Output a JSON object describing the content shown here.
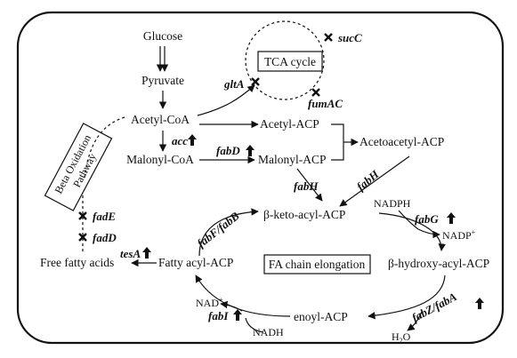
{
  "nodes": {
    "glucose": "Glucose",
    "pyruvate": "Pyruvate",
    "acetyl_coa": "Acetyl-CoA",
    "malonyl_coa": "Malonyl-CoA",
    "acetyl_acp": "Acetyl-ACP",
    "malonyl_acp": "Malonyl-ACP",
    "acetoacetyl_acp": "Acetoacetyl-ACP",
    "beta_keto": "β-keto-acyl-ACP",
    "beta_hydroxy": "β-hydroxy-acyl-ACP",
    "enoyl": "enoyl-ACP",
    "fatty_acyl": "Fatty acyl-ACP",
    "free_fa": "Free fatty acids",
    "tca": "TCA cycle",
    "fa_elong": "FA chain elongation",
    "beta_ox_line1": "Beta Oxidation",
    "beta_ox_line2": "Pathway",
    "nadph": "NADPH",
    "nadp": "NADP",
    "nadp_sup": "+",
    "nad": "NAD",
    "nad_sup": "+",
    "nadh": "NADH",
    "h2o_h": "H",
    "h2o_2": "2",
    "h2o_o": "O"
  },
  "genes": {
    "sucC": "sucC",
    "gltA": "gltA",
    "fumAC": "fumAC",
    "acc": "acc",
    "fabD": "fabD",
    "fabH1": "fabH",
    "fabH2": "fabH",
    "fabF": "fabF/fabB",
    "fabG": "fabG",
    "fabZ": "fabZ/fabA",
    "fabI": "fabI",
    "tesA": "tesA",
    "fadE": "fadE",
    "fadD": "fadD"
  },
  "legend": {
    "knockout_icon": "x-mark-icon",
    "overexpression_icon": "up-arrow-icon"
  },
  "colors": {
    "ink": "#111111",
    "background": "#ffffff"
  }
}
